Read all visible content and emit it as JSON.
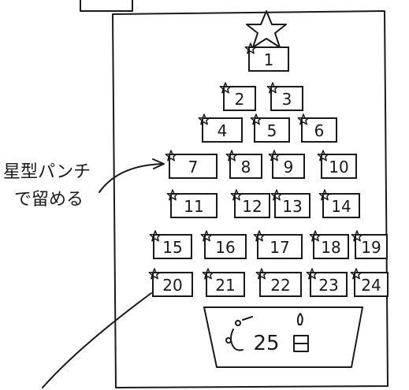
{
  "annotation": {
    "line1": "星型パンチ",
    "line2": "で留める"
  },
  "days": [
    "1",
    "2",
    "3",
    "4",
    "5",
    "6",
    "7",
    "8",
    "9",
    "10",
    "11",
    "12",
    "13",
    "14",
    "15",
    "16",
    "17",
    "18",
    "19",
    "20",
    "21",
    "22",
    "23",
    "24"
  ],
  "finale": "25",
  "colors": {
    "ink": "#1a1a1a",
    "paper": "#ffffff"
  },
  "icons": [
    "star-icon",
    "candle-icon",
    "gift-icon"
  ]
}
